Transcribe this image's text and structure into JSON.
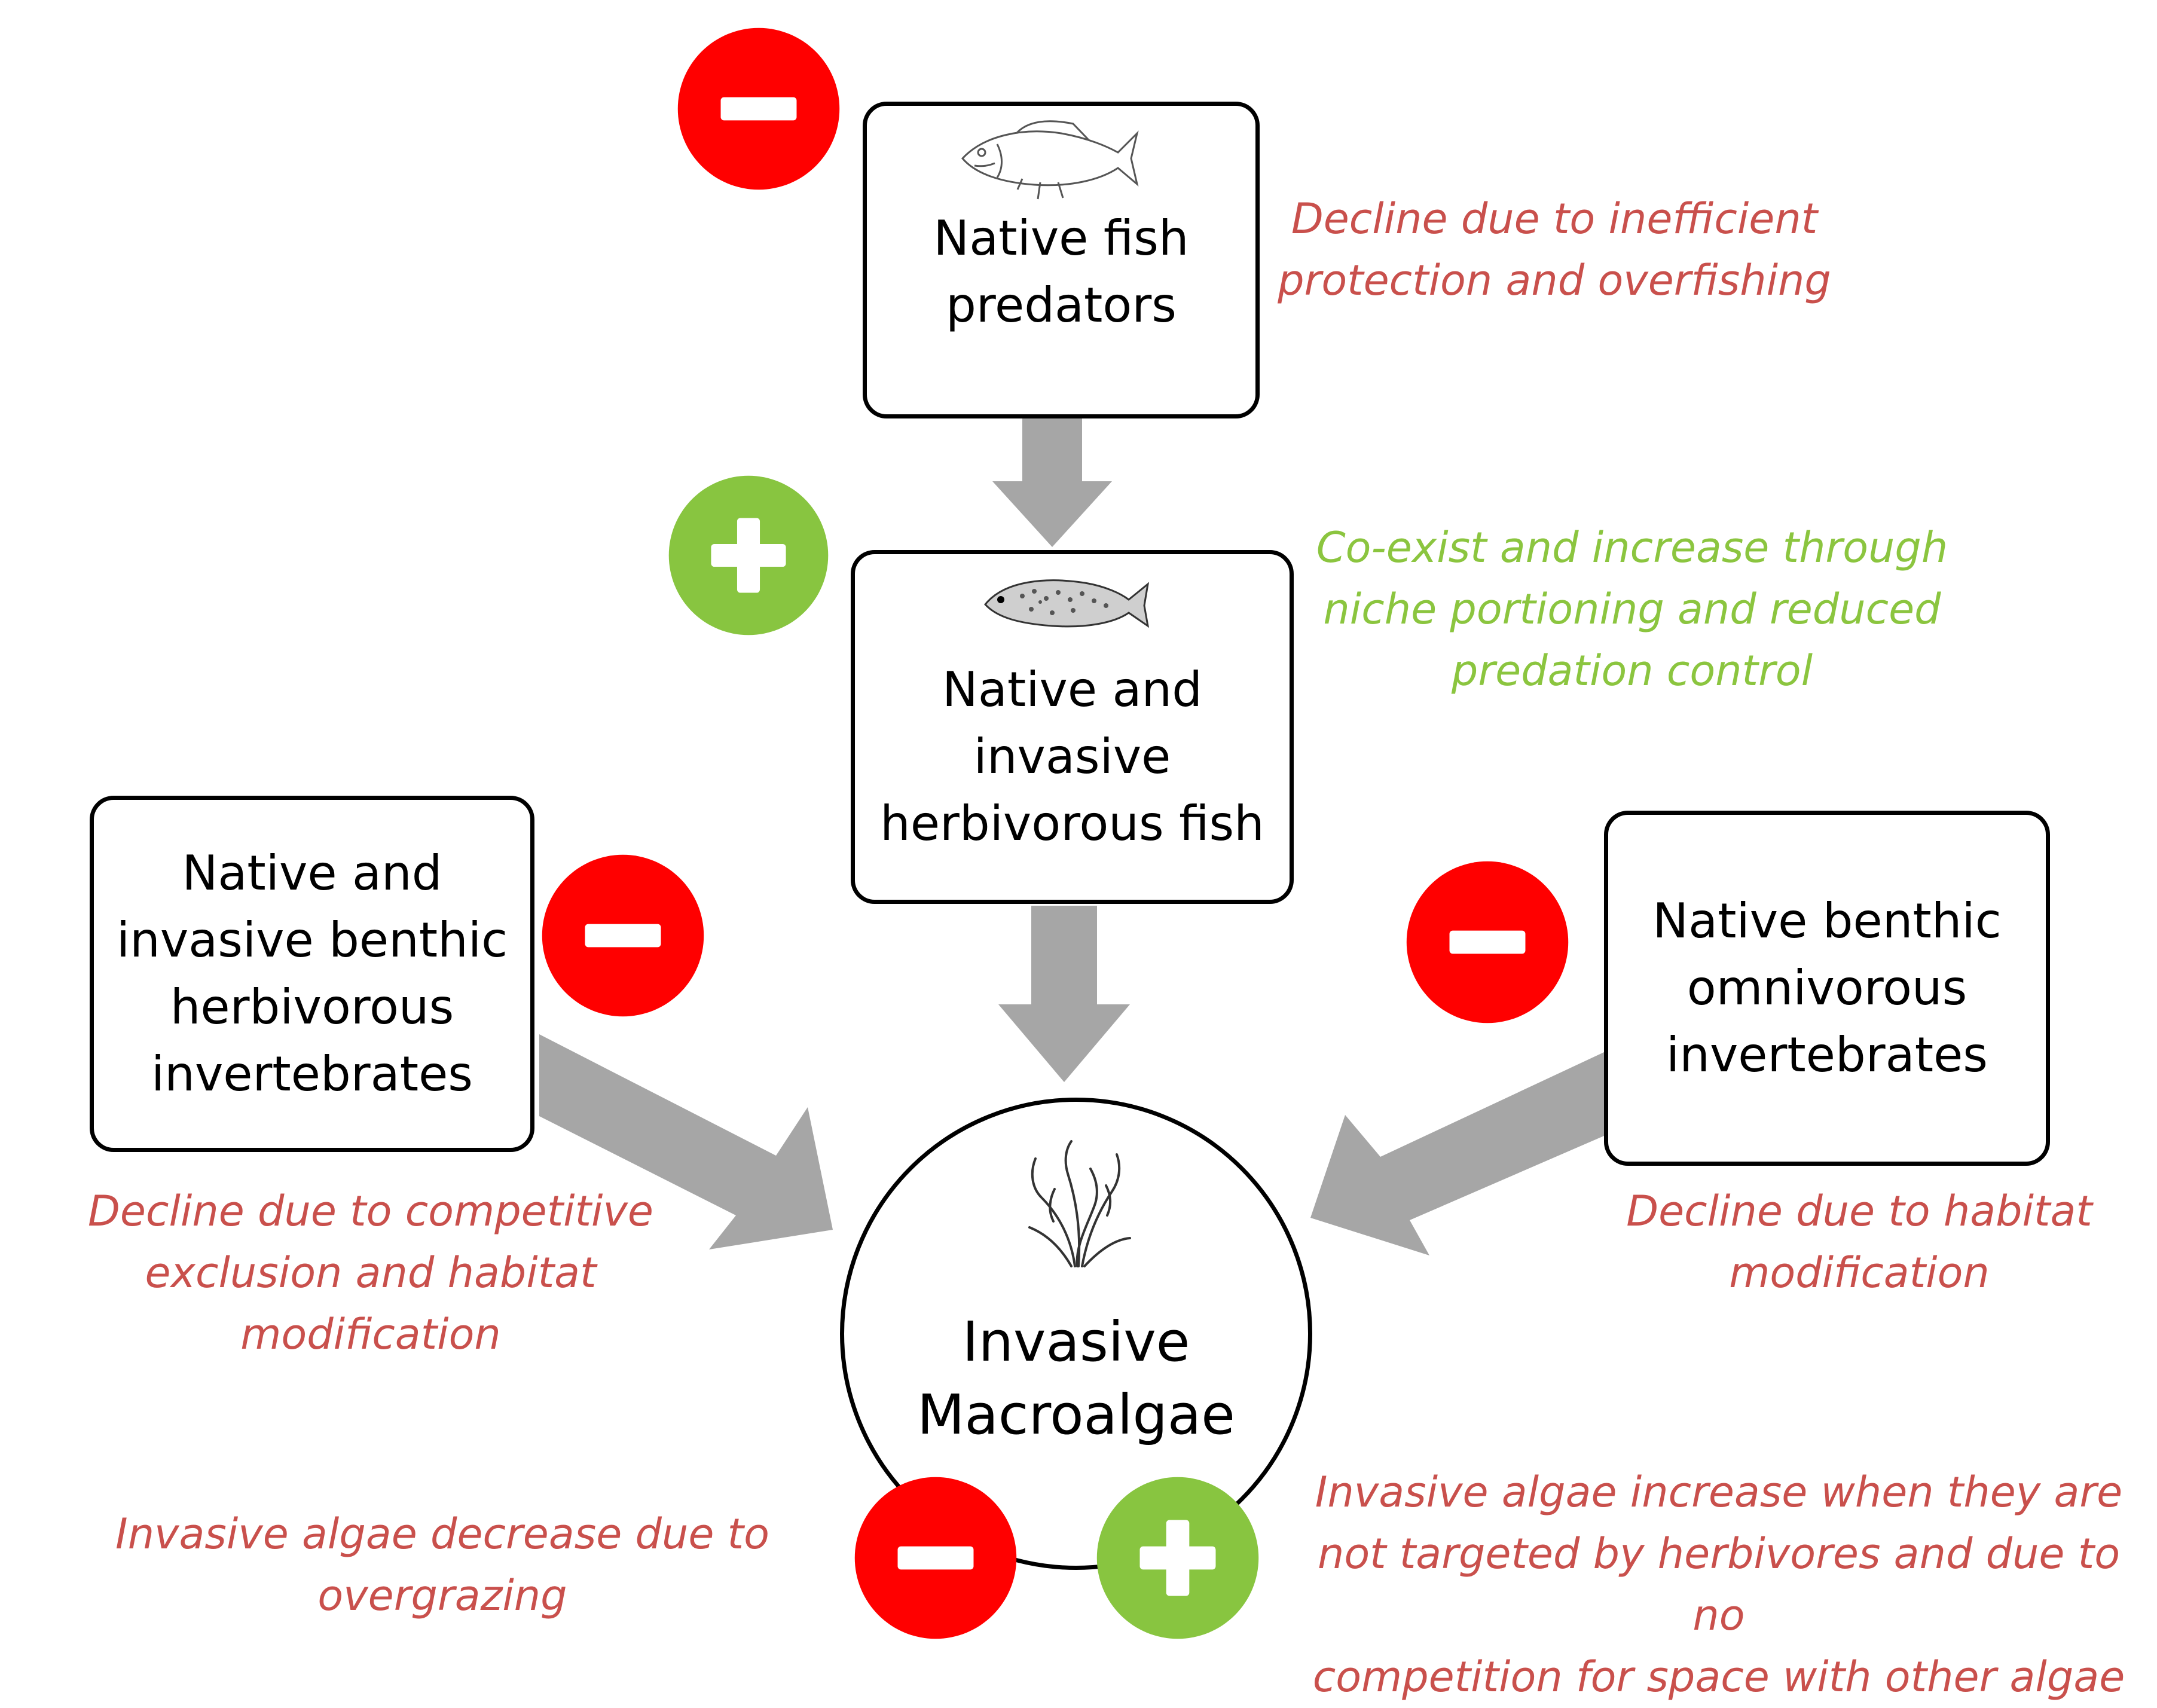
{
  "colors": {
    "negative": "#ff0000",
    "positive": "#88c540",
    "arrow": "#a6a6a6",
    "negative_text": "#c9504c",
    "positive_text": "#8bc53f"
  },
  "nodes": {
    "predators": {
      "line1": "Native fish",
      "line2": "predators",
      "icon": "predator-fish-icon"
    },
    "herbivorous_fish": {
      "line1": "Native and",
      "line2": "invasive",
      "line3": "herbivorous fish",
      "icon": "wrasse-fish-icon"
    },
    "benthic_herbivores": {
      "line1": "Native and",
      "line2": "invasive benthic",
      "line3": "herbivorous",
      "line4": "invertebrates"
    },
    "benthic_omnivores": {
      "line1": "Native benthic",
      "line2": "omnivorous",
      "line3": "invertebrates"
    },
    "macroalgae": {
      "line1": "Invasive",
      "line2": "Macroalgae",
      "icon": "seaweed-icon"
    }
  },
  "annotations": {
    "predators": {
      "line1": "Decline due to inefficient",
      "line2": "protection and overfishing",
      "effect": "negative"
    },
    "herbivorous_fish": {
      "line1": "Co-exist and increase through",
      "line2": "niche portioning and reduced",
      "line3": "predation control",
      "effect": "positive"
    },
    "benthic_herbivores": {
      "line1": "Decline due to competitive",
      "line2": "exclusion and habitat",
      "line3": "modification",
      "effect": "negative"
    },
    "benthic_omnivores": {
      "line1": "Decline due to habitat",
      "line2": "modification",
      "effect": "negative"
    },
    "algae_decrease": {
      "line1": "Invasive algae decrease due to",
      "line2": "overgrazing",
      "effect": "negative"
    },
    "algae_increase": {
      "line1": "Invasive algae increase when they are",
      "line2": "not targeted by herbivores and due to no",
      "line3": "competition for space with other algae",
      "effect": "positive"
    }
  }
}
